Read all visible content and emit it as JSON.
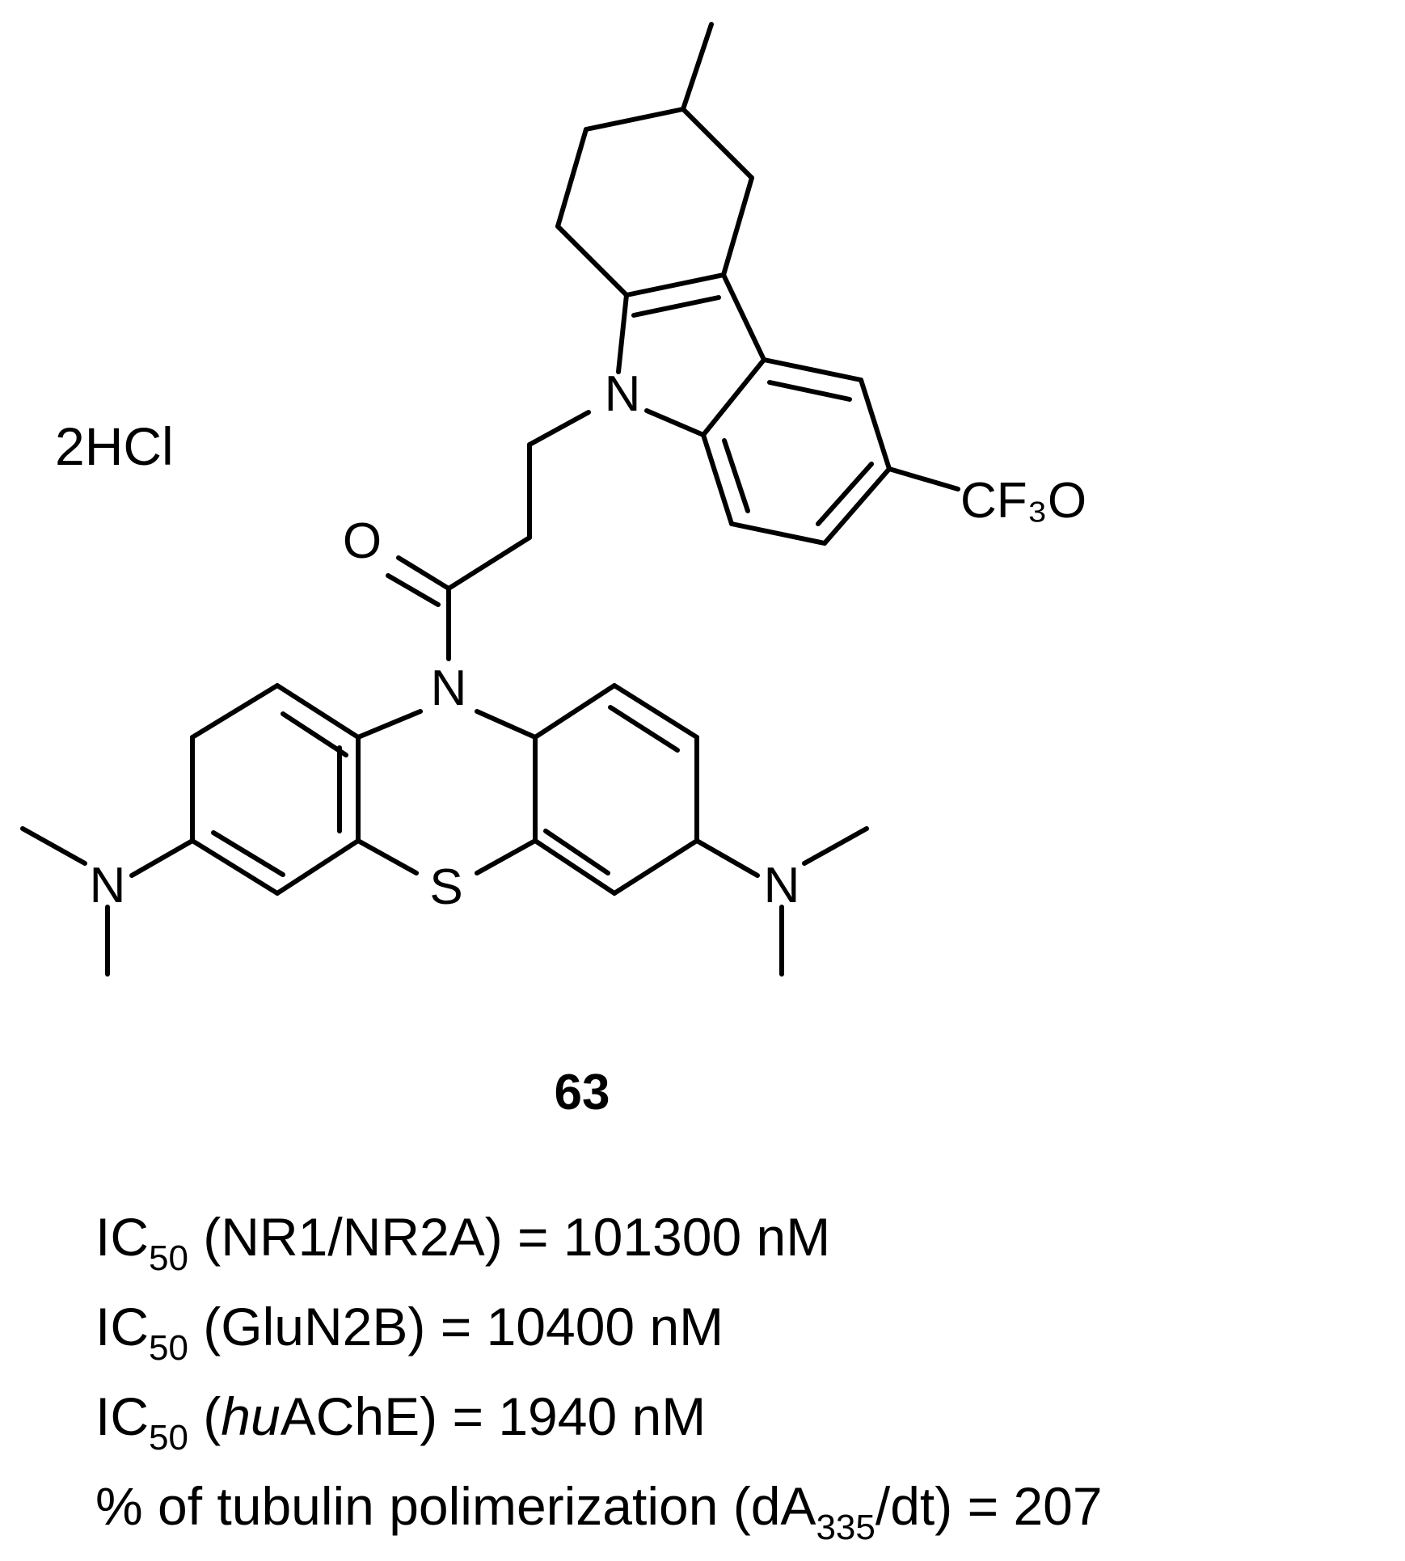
{
  "compound": {
    "number": "63",
    "salt": "2HCl",
    "atoms": {
      "n_carbazole": "N",
      "cf3o_group": "CF₃O",
      "carbonyl_oxygen": "O",
      "n_phenothiazine": "N",
      "sulfur": "S",
      "n_dimethyl_left": "N",
      "n_dimethyl_right": "N"
    }
  },
  "activity": [
    {
      "prefix": "IC",
      "sub": "50",
      "open": " (",
      "italic": "",
      "target": "NR1/NR2A",
      "rest": ") = 101300 nM"
    },
    {
      "prefix": "IC",
      "sub": "50",
      "open": " (",
      "italic": "",
      "target": "GluN2B",
      "rest": ") = 10400 nM"
    },
    {
      "prefix": "IC",
      "sub": "50",
      "open": " (",
      "italic": "hu",
      "target": "AChE",
      "rest": ") = 1940 nM"
    },
    {
      "prefix": "% of tubulin polimerization (dA",
      "sub": "335",
      "open": "",
      "italic": "",
      "target": "",
      "rest": "/dt) = 207"
    }
  ]
}
